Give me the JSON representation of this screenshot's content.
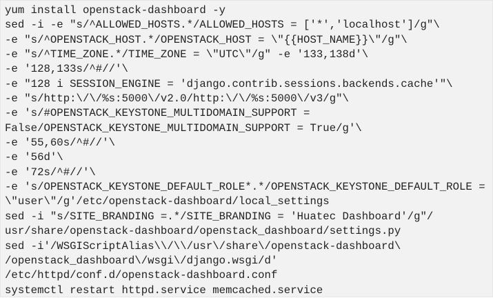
{
  "code_block": {
    "lines": [
      "yum install openstack-dashboard -y",
      "sed -i -e \"s/^ALLOWED_HOSTS.*/ALLOWED_HOSTS = ['*','localhost']/g\"\\",
      "-e \"s/^OPENSTACK_HOST.*/OPENSTACK_HOST = \\\"{{HOST_NAME}}\\\"/g\"\\",
      "-e \"s/^TIME_ZONE.*/TIME_ZONE = \\\"UTC\\\"/g\" -e '133,138d'\\",
      "-e '128,133s/^#//'\\",
      "-e \"128 i SESSION_ENGINE = 'django.contrib.sessions.backends.cache'\"\\",
      "-e \"s/http:\\/\\/%s:5000\\/v2.0/http:\\/\\/%s:5000\\/v3/g\"\\",
      "-e 's/#OPENSTACK_KEYSTONE_MULTIDOMAIN_SUPPORT =",
      "False/OPENSTACK_KEYSTONE_MULTIDOMAIN_SUPPORT = True/g'\\",
      "-e '55,60s/^#//'\\",
      "-e '56d'\\",
      "-e '72s/^#//'\\",
      "-e 's/OPENSTACK_KEYSTONE_DEFAULT_ROLE*.*/OPENSTACK_KEYSTONE_DEFAULT_ROLE =",
      "\\\"user\\\"/g'/etc/openstack-dashboard/local_settings",
      "sed -i \"s/SITE_BRANDING =.*/SITE_BRANDING = 'Huatec Dashboard'/g\"/",
      "usr/share/openstack-dashboard/openstack_dashboard/settings.py",
      "sed -i'/WSGIScriptAlias\\\\/\\\\/usr\\/share\\/openstack-dashboard\\",
      "/openstack_dashboard\\/wsgi\\/django.wsgi/d'",
      "/etc/httpd/conf.d/openstack-dashboard.conf",
      "systemctl restart httpd.service memcached.service"
    ]
  }
}
